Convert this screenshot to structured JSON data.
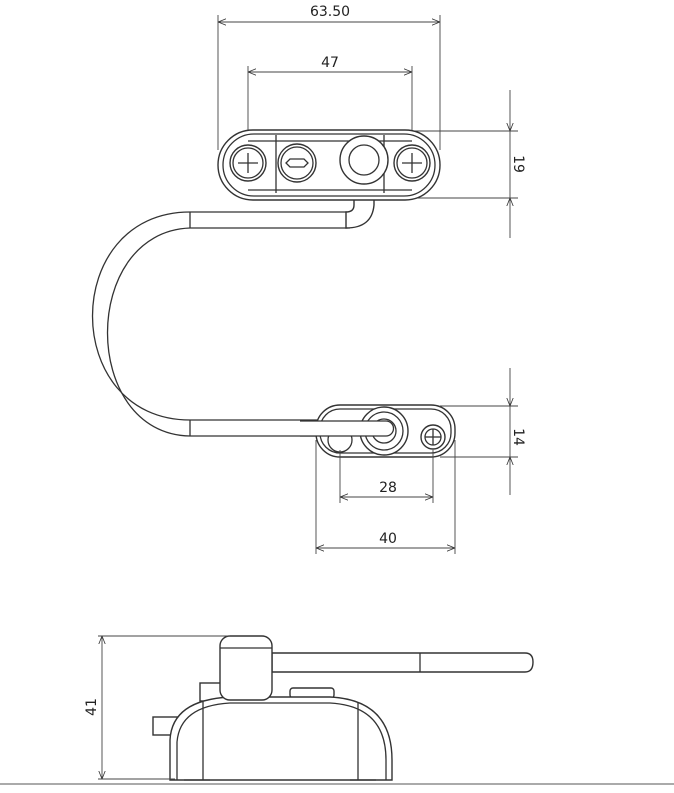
{
  "dimensions": {
    "top_plate_overall_width": "63.50",
    "top_plate_hole_spacing": "47",
    "top_plate_height": "19",
    "bottom_plate_height": "14",
    "bottom_plate_hole_spacing": "28",
    "bottom_plate_overall_width": "40",
    "side_view_height": "41"
  }
}
